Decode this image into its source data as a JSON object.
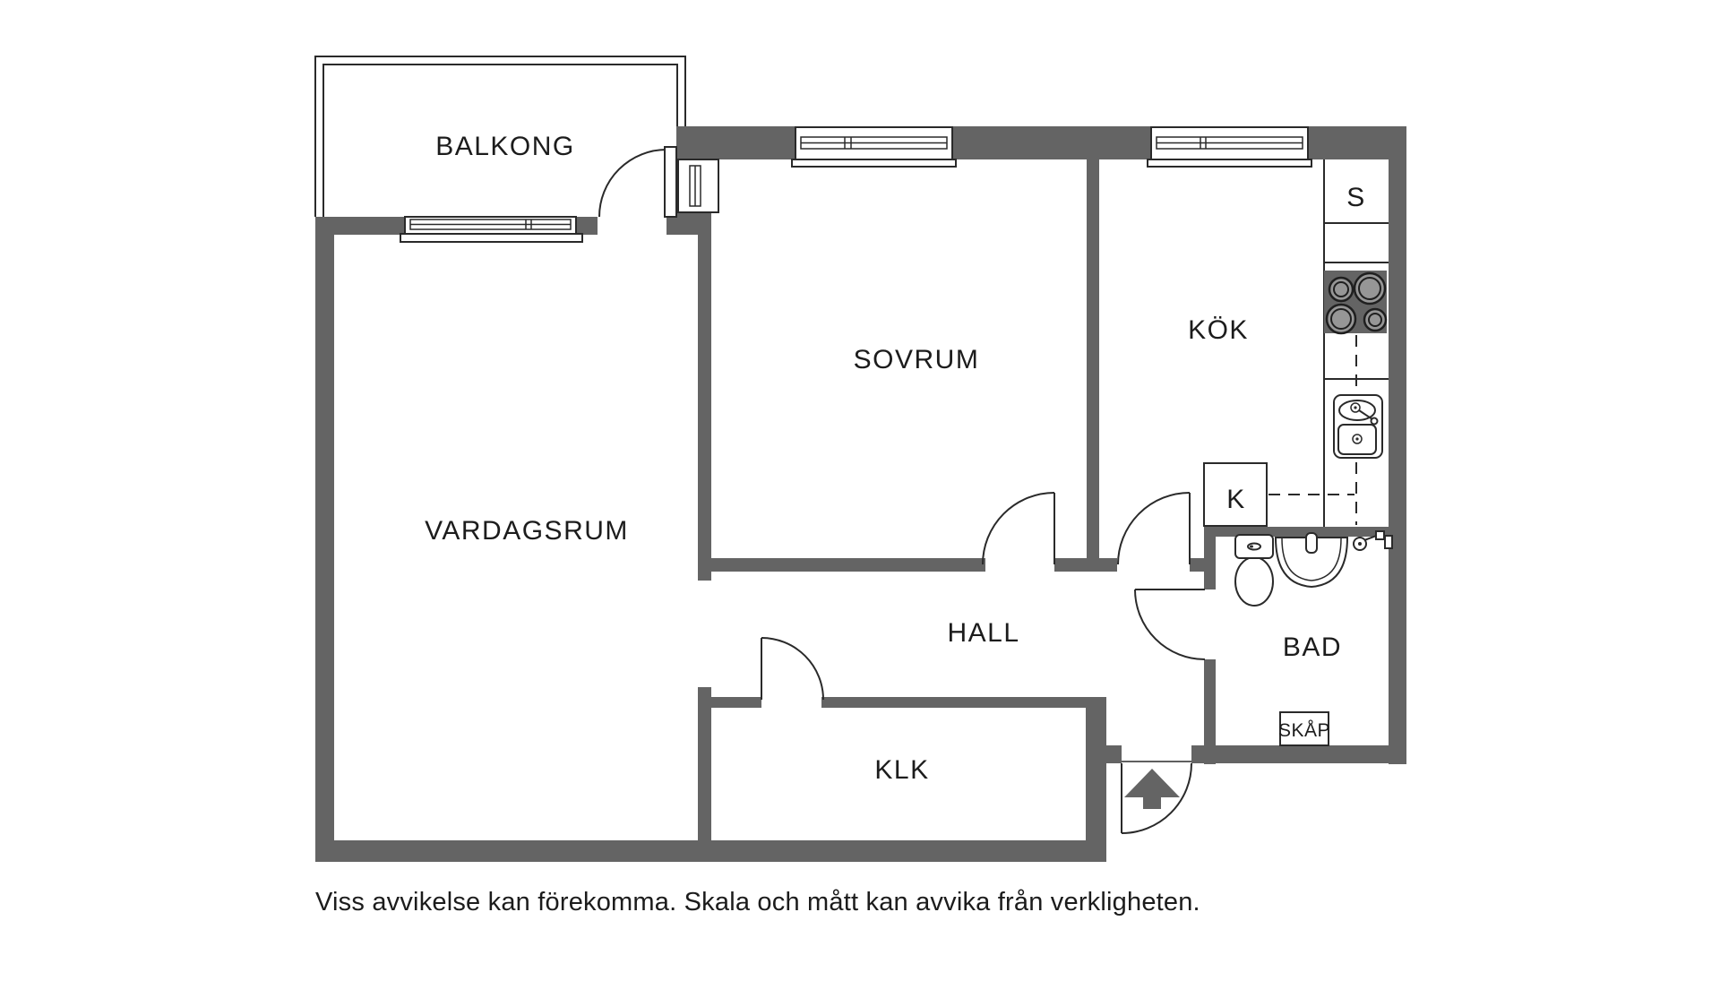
{
  "meta": {
    "type": "floor-plan",
    "language": "sv"
  },
  "colors": {
    "wall": "#646464",
    "line": "#2a2a2a",
    "text": "#1c1c1c",
    "background": "#ffffff"
  },
  "rooms": {
    "balkong": {
      "label": "BALKONG"
    },
    "vardagsrum": {
      "label": "VARDAGSRUM"
    },
    "sovrum": {
      "label": "SOVRUM"
    },
    "kok": {
      "label": "KÖK"
    },
    "hall": {
      "label": "HALL"
    },
    "klk": {
      "label": "KLK"
    },
    "bad": {
      "label": "BAD"
    }
  },
  "annotations": {
    "s_cabinet": "S",
    "k_cabinet": "K",
    "skap": "SKÅP"
  },
  "caption": "Viss avvikelse kan förekomma. Skala och mått kan avvika från verkligheten."
}
